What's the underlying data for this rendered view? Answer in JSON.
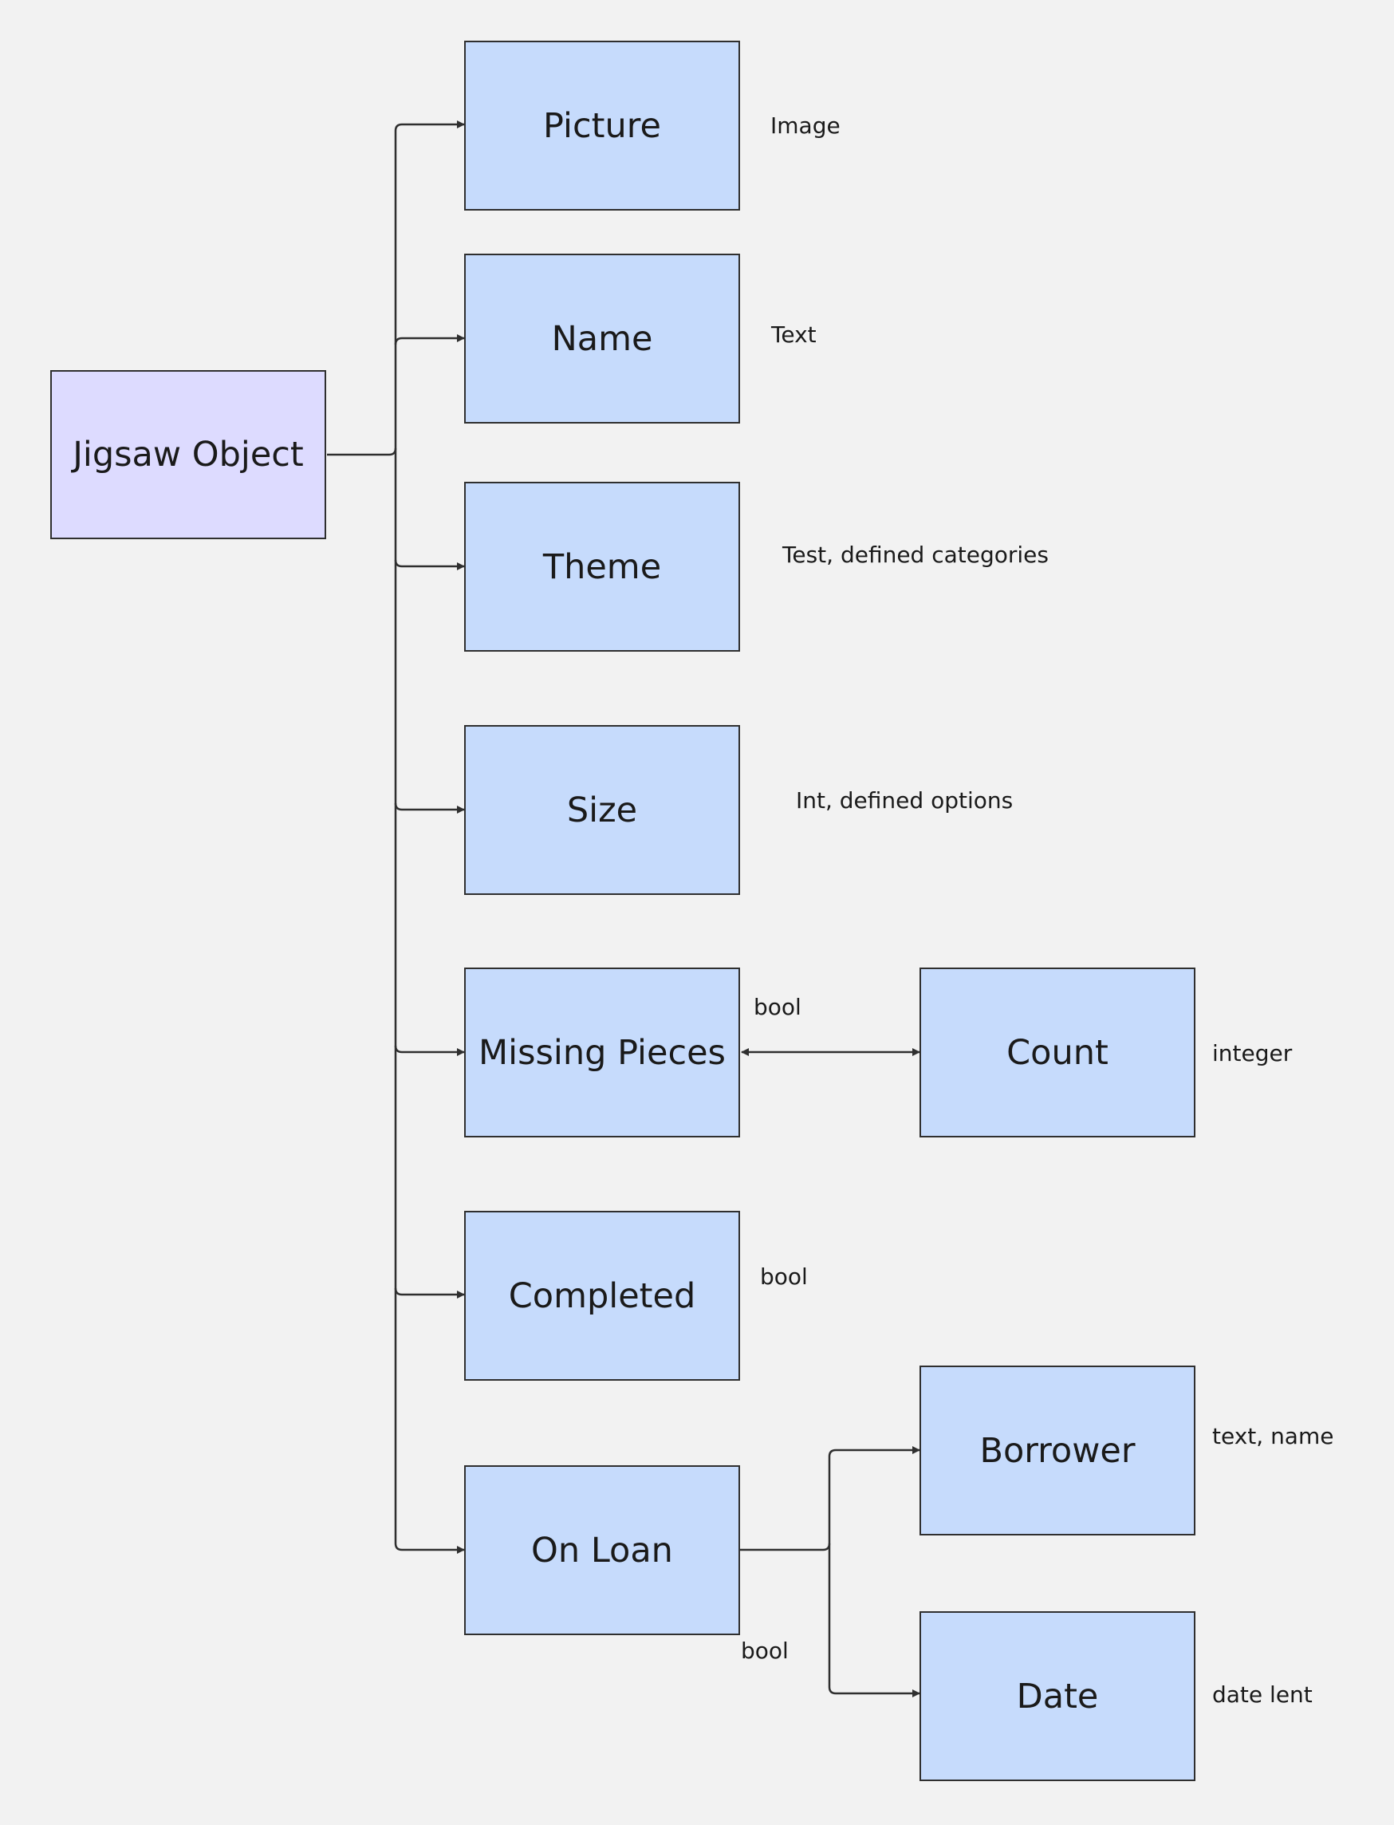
{
  "diagram": {
    "colors": {
      "background": "#f2f2f2",
      "root_fill": "#dddbff",
      "node_fill": "#c6dbfc",
      "stroke": "#2f2f2f"
    },
    "nodes": {
      "root": "Jigsaw Object",
      "picture": "Picture",
      "name": "Name",
      "theme": "Theme",
      "size": "Size",
      "missing_pieces": "Missing Pieces",
      "count": "Count",
      "completed": "Completed",
      "on_loan": "On Loan",
      "borrower": "Borrower",
      "date": "Date"
    },
    "annotations": {
      "picture": "Image",
      "name": "Text",
      "theme": "Test, defined categories",
      "size": "Int, defined options",
      "missing_pieces": "bool",
      "count": "integer",
      "completed": "bool",
      "on_loan": "bool",
      "borrower": "text, name",
      "date": "date lent"
    },
    "edges": [
      {
        "from": "root",
        "to": "picture",
        "type": "directed"
      },
      {
        "from": "root",
        "to": "name",
        "type": "directed"
      },
      {
        "from": "root",
        "to": "theme",
        "type": "directed"
      },
      {
        "from": "root",
        "to": "size",
        "type": "directed"
      },
      {
        "from": "root",
        "to": "missing_pieces",
        "type": "directed"
      },
      {
        "from": "root",
        "to": "completed",
        "type": "directed"
      },
      {
        "from": "root",
        "to": "on_loan",
        "type": "directed"
      },
      {
        "from": "missing_pieces",
        "to": "count",
        "type": "bidirectional"
      },
      {
        "from": "on_loan",
        "to": "borrower",
        "type": "directed"
      },
      {
        "from": "on_loan",
        "to": "date",
        "type": "directed"
      }
    ]
  }
}
